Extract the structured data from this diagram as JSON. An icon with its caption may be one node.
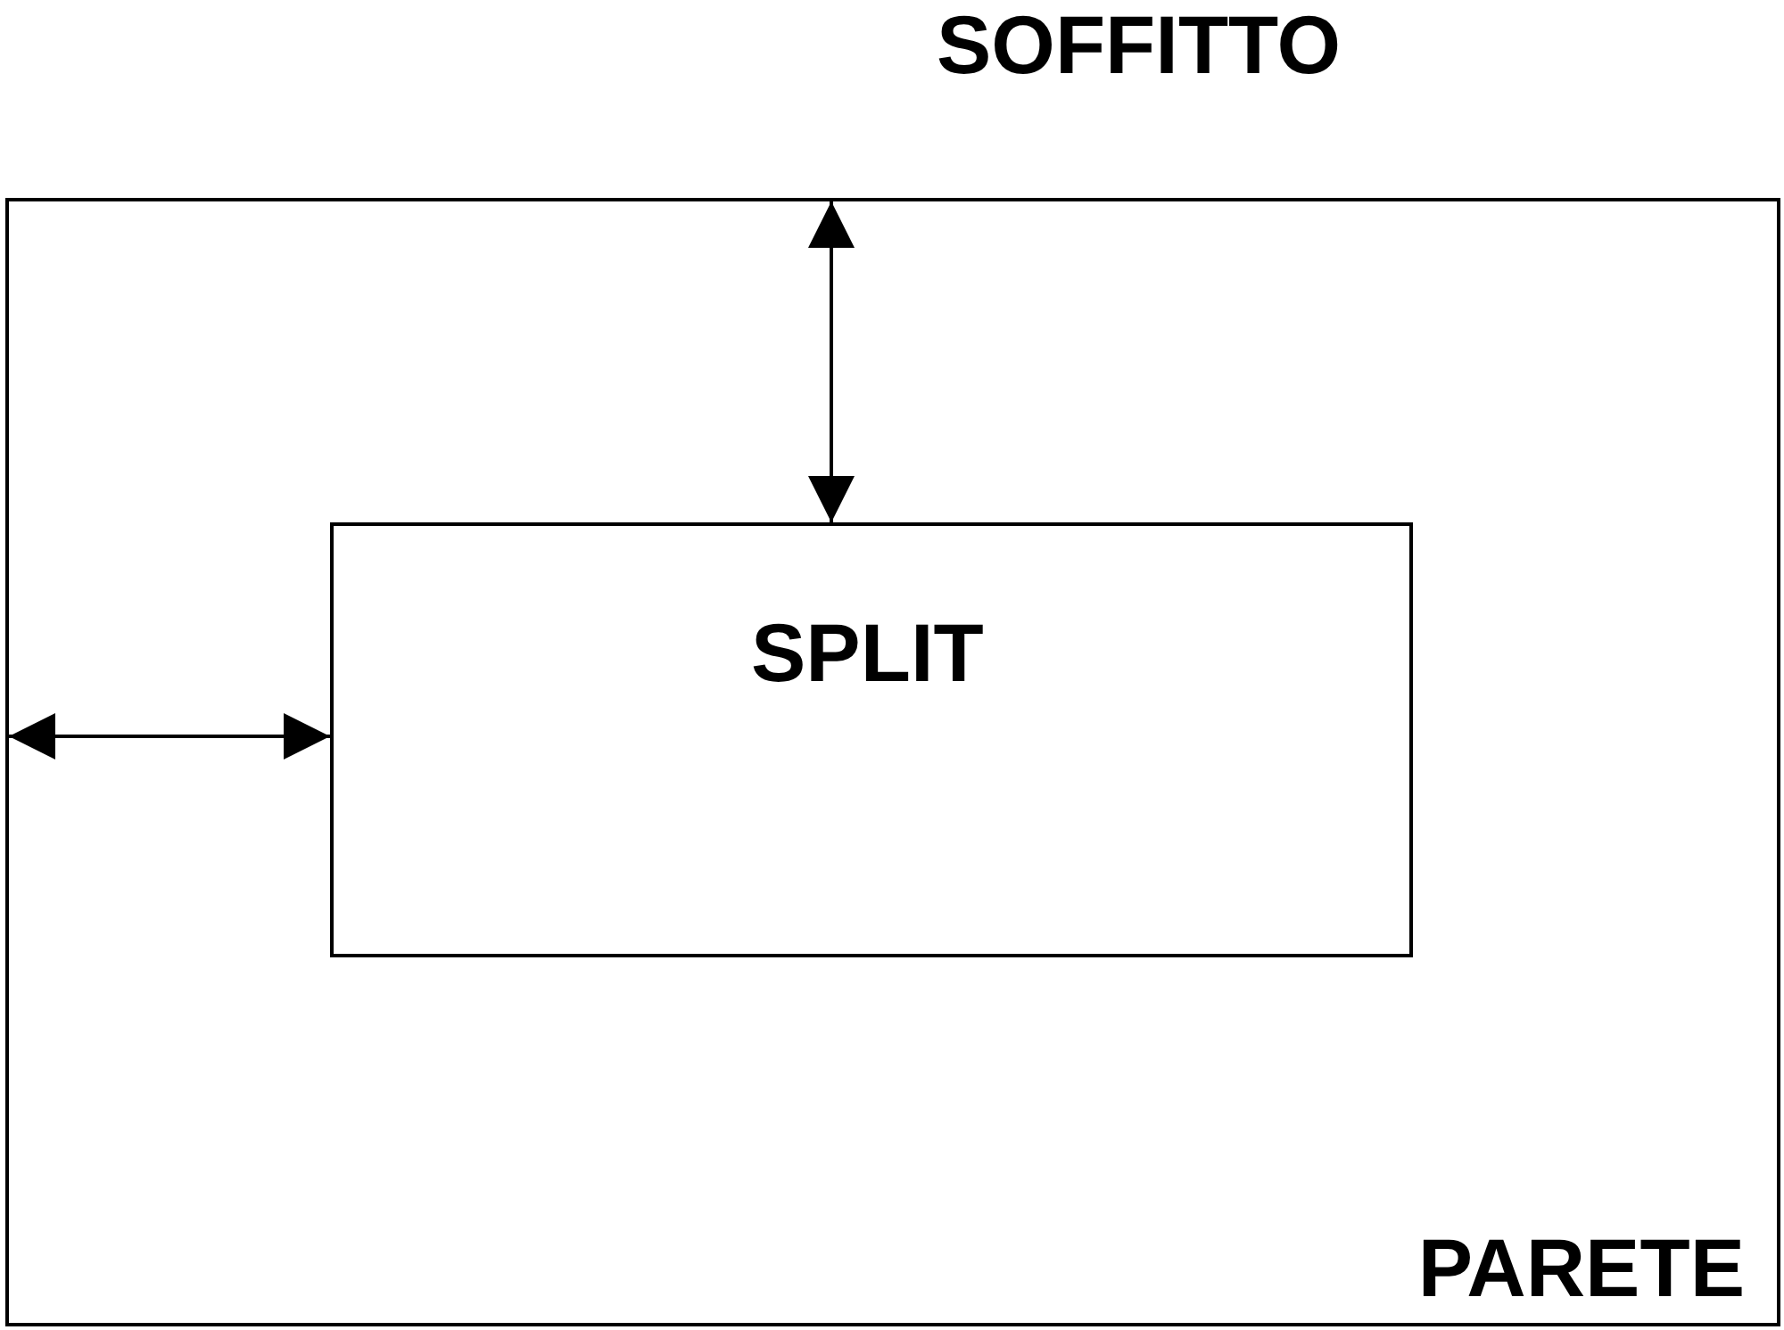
{
  "diagram": {
    "nodes": [
      {
        "text": [
          "PARETE"
        ]
      },
      {
        "text": [
          "SPLIT"
        ],
        "in": 0
      }
    ],
    "edges": [
      {
        "from": 0,
        "to": 1,
        "arrow": "both"
      },
      {
        "from": 0,
        "to": 1,
        "arrow": "both"
      }
    ],
    "labels": [
      "SOFFITTO"
    ]
  }
}
